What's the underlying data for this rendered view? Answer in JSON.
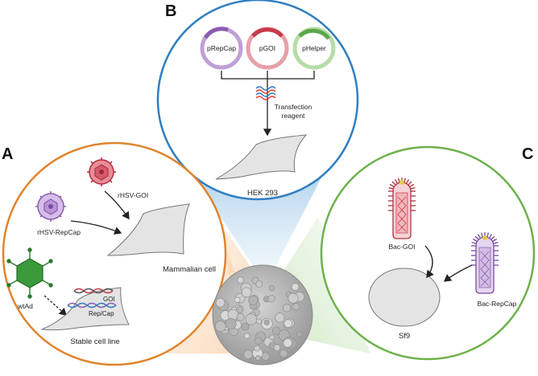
{
  "panels": {
    "a": "A",
    "b": "B",
    "c": "C"
  },
  "panel_b": {
    "plasmids": [
      "pRepCap",
      "pGOI",
      "pHelper"
    ],
    "reagent_line1": "Transfection",
    "reagent_line2": "reagent",
    "cell_label": "HEK 293"
  },
  "panel_a": {
    "virus_goi": "rHSV-GOI",
    "virus_repcap": "rHSV-RepCap",
    "mammalian_cell": "Mammalian cell",
    "wild_type": "wtAd",
    "gene_goi": "GOI",
    "gene_repcap": "Rep/Cap",
    "stable_line": "Stable cell line"
  },
  "panel_c": {
    "bac_goi": "Bac-GOI",
    "bac_repcap": "Bac-RepCap",
    "cell_label": "Sf9"
  },
  "colors": {
    "panel_a_ring": "#e0842c",
    "panel_b_ring": "#2f7fc1",
    "panel_c_ring": "#6db14a",
    "cell_fill": "#e4e4e4",
    "capsid": "#bdbdbd",
    "goi_red": "#c83a4a",
    "repcap_purple": "#8a5cb0",
    "helper_green": "#5aa84a",
    "adeno_green": "#3a9a3a"
  }
}
